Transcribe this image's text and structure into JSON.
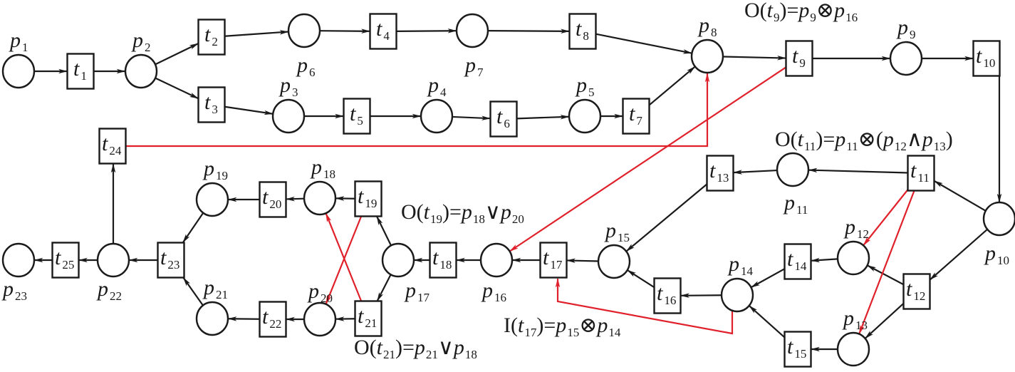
{
  "colors": {
    "ink": "#1a1a1a",
    "control_arc": "#e0202a",
    "background": "#ffffff"
  },
  "places": [
    {
      "id": "p1",
      "name": "p",
      "sub": "1",
      "label_pos": "above"
    },
    {
      "id": "p2",
      "name": "p",
      "sub": "2",
      "label_pos": "above"
    },
    {
      "id": "p3",
      "name": "p",
      "sub": "3",
      "label_pos": "above"
    },
    {
      "id": "p4",
      "name": "p",
      "sub": "4",
      "label_pos": "above"
    },
    {
      "id": "p5",
      "name": "p",
      "sub": "5",
      "label_pos": "above"
    },
    {
      "id": "p6",
      "name": "p",
      "sub": "6",
      "label_pos": "below"
    },
    {
      "id": "p7",
      "name": "p",
      "sub": "7",
      "label_pos": "below"
    },
    {
      "id": "p8",
      "name": "p",
      "sub": "8",
      "label_pos": "above"
    },
    {
      "id": "p9",
      "name": "p",
      "sub": "9",
      "label_pos": "above"
    },
    {
      "id": "p10",
      "name": "p",
      "sub": "10",
      "label_pos": "below"
    },
    {
      "id": "p11",
      "name": "p",
      "sub": "11",
      "label_pos": "below"
    },
    {
      "id": "p12",
      "name": "p",
      "sub": "12",
      "label_pos": "above"
    },
    {
      "id": "p13",
      "name": "p",
      "sub": "13",
      "label_pos": "above"
    },
    {
      "id": "p14",
      "name": "p",
      "sub": "14",
      "label_pos": "above"
    },
    {
      "id": "p15",
      "name": "p",
      "sub": "15",
      "label_pos": "above"
    },
    {
      "id": "p16",
      "name": "p",
      "sub": "16",
      "label_pos": "below"
    },
    {
      "id": "p17",
      "name": "p",
      "sub": "17",
      "label_pos": "below-right"
    },
    {
      "id": "p18",
      "name": "p",
      "sub": "18",
      "label_pos": "above"
    },
    {
      "id": "p19",
      "name": "p",
      "sub": "19",
      "label_pos": "above"
    },
    {
      "id": "p20",
      "name": "p",
      "sub": "20",
      "label_pos": "above"
    },
    {
      "id": "p21",
      "name": "p",
      "sub": "21",
      "label_pos": "above"
    },
    {
      "id": "p22",
      "name": "p",
      "sub": "22",
      "label_pos": "below"
    },
    {
      "id": "p23",
      "name": "p",
      "sub": "23",
      "label_pos": "below"
    }
  ],
  "transitions": [
    {
      "id": "t1",
      "name": "t",
      "sub": "1"
    },
    {
      "id": "t2",
      "name": "t",
      "sub": "2"
    },
    {
      "id": "t3",
      "name": "t",
      "sub": "3"
    },
    {
      "id": "t4",
      "name": "t",
      "sub": "4"
    },
    {
      "id": "t5",
      "name": "t",
      "sub": "5"
    },
    {
      "id": "t6",
      "name": "t",
      "sub": "6"
    },
    {
      "id": "t7",
      "name": "t",
      "sub": "7"
    },
    {
      "id": "t8",
      "name": "t",
      "sub": "8"
    },
    {
      "id": "t9",
      "name": "t",
      "sub": "9"
    },
    {
      "id": "t10",
      "name": "t",
      "sub": "10"
    },
    {
      "id": "t11",
      "name": "t",
      "sub": "11"
    },
    {
      "id": "t12",
      "name": "t",
      "sub": "12"
    },
    {
      "id": "t13",
      "name": "t",
      "sub": "13"
    },
    {
      "id": "t14",
      "name": "t",
      "sub": "14"
    },
    {
      "id": "t15",
      "name": "t",
      "sub": "15"
    },
    {
      "id": "t16",
      "name": "t",
      "sub": "16"
    },
    {
      "id": "t17",
      "name": "t",
      "sub": "17"
    },
    {
      "id": "t18",
      "name": "t",
      "sub": "18"
    },
    {
      "id": "t19",
      "name": "t",
      "sub": "19"
    },
    {
      "id": "t20",
      "name": "t",
      "sub": "20"
    },
    {
      "id": "t21",
      "name": "t",
      "sub": "21"
    },
    {
      "id": "t22",
      "name": "t",
      "sub": "22"
    },
    {
      "id": "t23",
      "name": "t",
      "sub": "23"
    },
    {
      "id": "t24",
      "name": "t",
      "sub": "24"
    },
    {
      "id": "t25",
      "name": "t",
      "sub": "25"
    }
  ],
  "arcs": [
    {
      "from": "p1",
      "to": "t1"
    },
    {
      "from": "t1",
      "to": "p2"
    },
    {
      "from": "p2",
      "to": "t2"
    },
    {
      "from": "p2",
      "to": "t3"
    },
    {
      "from": "t2",
      "to": "p6"
    },
    {
      "from": "p6",
      "to": "t4"
    },
    {
      "from": "t4",
      "to": "p7"
    },
    {
      "from": "p7",
      "to": "t8"
    },
    {
      "from": "t8",
      "to": "p8"
    },
    {
      "from": "t3",
      "to": "p3"
    },
    {
      "from": "p3",
      "to": "t5"
    },
    {
      "from": "t5",
      "to": "p4"
    },
    {
      "from": "p4",
      "to": "t6"
    },
    {
      "from": "t6",
      "to": "p5"
    },
    {
      "from": "p5",
      "to": "t7"
    },
    {
      "from": "t7",
      "to": "p8"
    },
    {
      "from": "p8",
      "to": "t9"
    },
    {
      "from": "t9",
      "to": "p9"
    },
    {
      "from": "p9",
      "to": "t10"
    },
    {
      "from": "t10",
      "to": "p10"
    },
    {
      "from": "p10",
      "to": "t11"
    },
    {
      "from": "p10",
      "to": "t12"
    },
    {
      "from": "t11",
      "to": "p11"
    },
    {
      "from": "p11",
      "to": "t13"
    },
    {
      "from": "t13",
      "to": "p15"
    },
    {
      "from": "t12",
      "to": "p12"
    },
    {
      "from": "t12",
      "to": "p13"
    },
    {
      "from": "p12",
      "to": "t14"
    },
    {
      "from": "p13",
      "to": "t15"
    },
    {
      "from": "t14",
      "to": "p14"
    },
    {
      "from": "t15",
      "to": "p14"
    },
    {
      "from": "p14",
      "to": "t16"
    },
    {
      "from": "t16",
      "to": "p15"
    },
    {
      "from": "p15",
      "to": "t17"
    },
    {
      "from": "t17",
      "to": "p16"
    },
    {
      "from": "p16",
      "to": "t18"
    },
    {
      "from": "t18",
      "to": "p17"
    },
    {
      "from": "p17",
      "to": "t19"
    },
    {
      "from": "p17",
      "to": "t21"
    },
    {
      "from": "t19",
      "to": "p18"
    },
    {
      "from": "t21",
      "to": "p20"
    },
    {
      "from": "p18",
      "to": "t20"
    },
    {
      "from": "p20",
      "to": "t22"
    },
    {
      "from": "t20",
      "to": "p19"
    },
    {
      "from": "t22",
      "to": "p21"
    },
    {
      "from": "p19",
      "to": "t23"
    },
    {
      "from": "p21",
      "to": "t23"
    },
    {
      "from": "t23",
      "to": "p22"
    },
    {
      "from": "p22",
      "to": "t24"
    },
    {
      "from": "p22",
      "to": "t25"
    },
    {
      "from": "t25",
      "to": "p23"
    }
  ],
  "control_arcs": [
    {
      "from": "t24",
      "to": "p8",
      "kind": "red"
    },
    {
      "from": "t9",
      "to": "p16",
      "kind": "red"
    },
    {
      "from": "t11",
      "to": "p12",
      "kind": "red"
    },
    {
      "from": "t11",
      "to": "p13",
      "kind": "red"
    },
    {
      "from": "p14",
      "to": "t17",
      "kind": "red"
    },
    {
      "from": "t19",
      "to": "p20",
      "kind": "red"
    },
    {
      "from": "t21",
      "to": "p18",
      "kind": "red"
    }
  ],
  "annotations": [
    {
      "id": "O_t9",
      "text": "O(t9)=p9⊗p16",
      "parts": [
        [
          "O(",
          ""
        ],
        [
          "t",
          "9"
        ],
        [
          ")=",
          ""
        ],
        [
          "p",
          "9"
        ],
        [
          "⊗",
          ""
        ],
        [
          "p",
          "16"
        ]
      ]
    },
    {
      "id": "O_t11",
      "text": "O(t11)=p11⊗(p12∧p13)",
      "parts": [
        [
          "O(",
          ""
        ],
        [
          "t",
          "11"
        ],
        [
          ")=",
          ""
        ],
        [
          "p",
          "11"
        ],
        [
          "⊗",
          ""
        ],
        [
          "(",
          ""
        ],
        [
          "p",
          "12"
        ],
        [
          "∧",
          ""
        ],
        [
          "p",
          "13"
        ],
        [
          ")",
          ""
        ]
      ]
    },
    {
      "id": "O_t19",
      "text": "O(t19)=p18∨p20",
      "parts": [
        [
          "O(",
          ""
        ],
        [
          "t",
          "19"
        ],
        [
          ")=",
          ""
        ],
        [
          "p",
          "18"
        ],
        [
          "∨",
          ""
        ],
        [
          "p",
          "20"
        ]
      ]
    },
    {
      "id": "O_t21",
      "text": "O(t21)=p21∨p18",
      "parts": [
        [
          "O(",
          ""
        ],
        [
          "t",
          "21"
        ],
        [
          ")=",
          ""
        ],
        [
          "p",
          "21"
        ],
        [
          "∨",
          ""
        ],
        [
          "p",
          "18"
        ]
      ]
    },
    {
      "id": "I_t17",
      "text": "I(t17)=p15⊗p14",
      "parts": [
        [
          "I(",
          ""
        ],
        [
          "t",
          "17"
        ],
        [
          ")=",
          ""
        ],
        [
          "p",
          "15"
        ],
        [
          "⊗",
          ""
        ],
        [
          "p",
          "14"
        ]
      ]
    }
  ]
}
